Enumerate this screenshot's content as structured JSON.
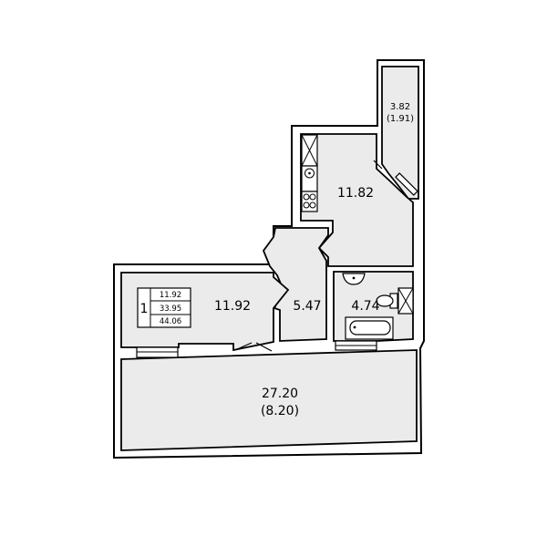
{
  "plan": {
    "colors": {
      "room_fill": "#ebebeb",
      "wall": "#000000",
      "background": "#ffffff"
    },
    "rooms": {
      "loggia_top": {
        "area": "3.82",
        "area_reduced": "(1.91)"
      },
      "kitchen": {
        "area": "11.82"
      },
      "living": {
        "area": "11.92"
      },
      "hall": {
        "area": "5.47"
      },
      "bathroom": {
        "area": "4.74"
      },
      "balcony": {
        "area": "27.20",
        "area_reduced": "(8.20)"
      }
    },
    "summary": {
      "rooms_count": "1",
      "living_area": "11.92",
      "total_area": "33.95",
      "total_area_with_balconies": "44.06"
    }
  }
}
